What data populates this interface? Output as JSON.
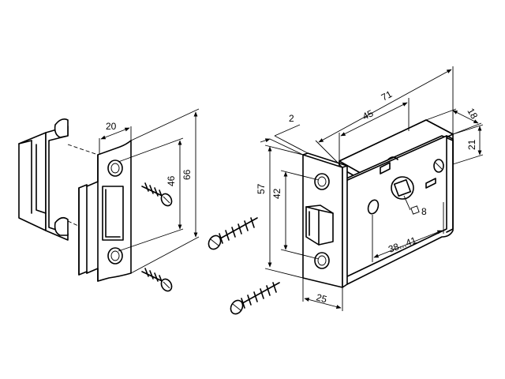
{
  "diagram": {
    "dimensions": {
      "strike_plate_width": "20",
      "strike_plate_hole_spacing": "46",
      "strike_plate_height": "66",
      "faceplate_thickness": "2",
      "faceplate_height": "57",
      "faceplate_hole_spacing": "42",
      "faceplate_width": "25",
      "latch_length": "71",
      "body_length": "45",
      "body_thickness": "18",
      "body_height": "21",
      "spindle_square": "8",
      "backset": "38...41"
    }
  }
}
